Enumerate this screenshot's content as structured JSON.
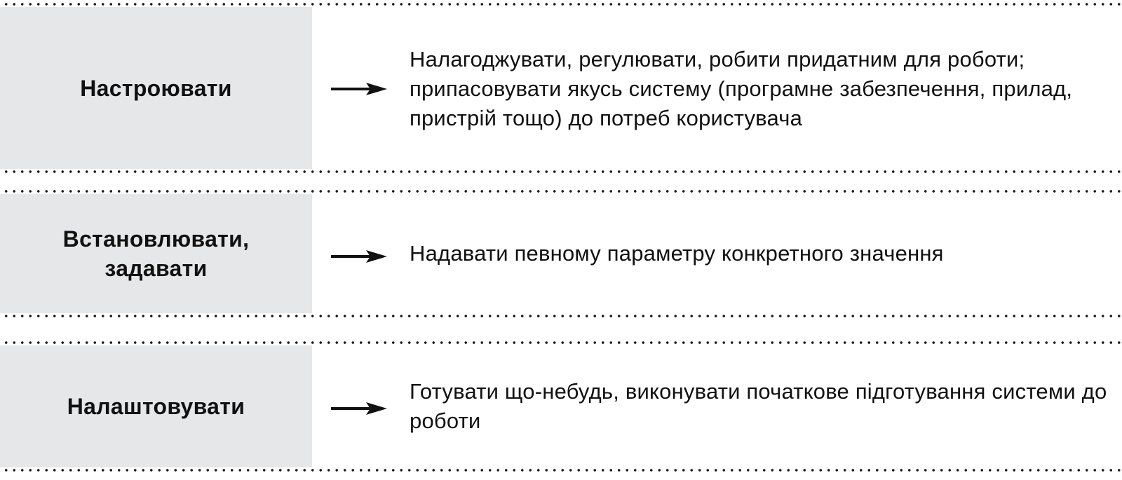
{
  "rows": [
    {
      "term": "Настроювати",
      "definition": "Налагоджувати, регулювати, робити придатним для роботи; припасовувати якусь систему (програмне забезпечення, прилад, пристрій тощо) до потреб користувача"
    },
    {
      "term": "Встановлювати, задавати",
      "definition": "Надавати певному параметру конкретного значення"
    },
    {
      "term": "Налаштовувати",
      "definition": "Готувати що-небудь, виконувати початкове підготування системи до роботи"
    }
  ],
  "colors": {
    "term_background": "#e6e7e8",
    "text": "#111111",
    "dots": "#1a1a1a"
  }
}
